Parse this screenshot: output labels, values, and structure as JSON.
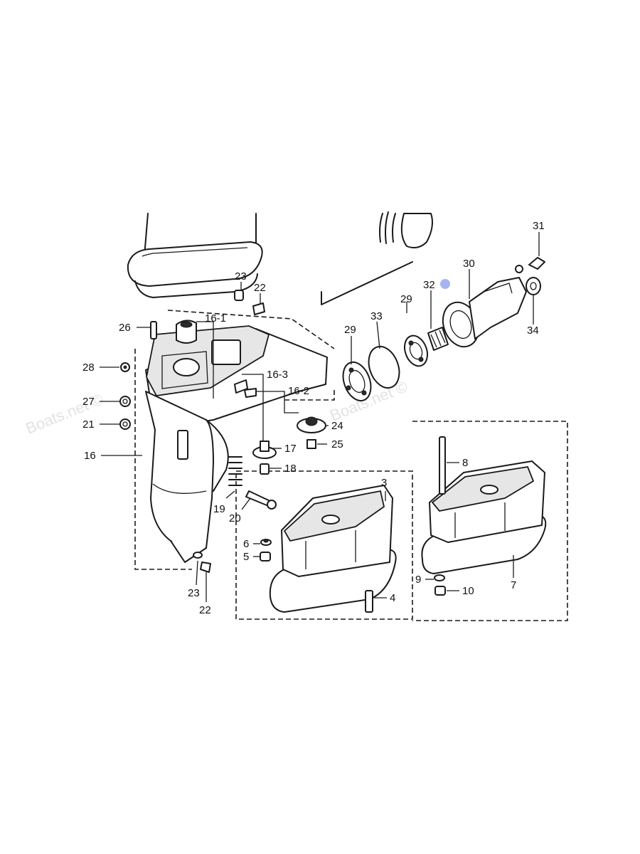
{
  "watermark": "Boats.net ©",
  "watermark_partial": "Boats.net ©",
  "marker_color": "#a6b4f0",
  "labels": {
    "p31": "31",
    "p30": "30",
    "p32": "32",
    "p29a": "29",
    "p29b": "29",
    "p33": "33",
    "p34": "34",
    "p23a": "23",
    "p22a": "22",
    "p16_1": "16-1",
    "p16_3": "16-3",
    "p16_2": "16-2",
    "p26": "26",
    "p28": "28",
    "p27": "27",
    "p21": "21",
    "p16": "16",
    "p24": "24",
    "p25": "25",
    "p17": "17",
    "p18": "18",
    "p19": "19",
    "p20": "20",
    "p23b": "23",
    "p22b": "22",
    "p3": "3",
    "p6": "6",
    "p5": "5",
    "p4": "4",
    "p8": "8",
    "p7": "7",
    "p9": "9",
    "p10": "10"
  }
}
